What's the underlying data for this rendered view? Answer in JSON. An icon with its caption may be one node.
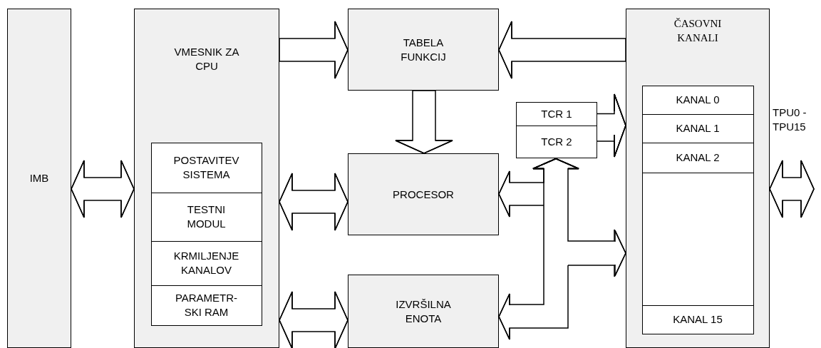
{
  "diagram": {
    "nodes": [
      {
        "text": [
          "IMB"
        ]
      },
      {
        "text": [
          "VMESNIK ZA CPU"
        ]
      },
      {
        "text": [
          "POSTAVITEV SISTEMA"
        ],
        "in": 1
      },
      {
        "text": [
          "TESTNI MODUL"
        ],
        "in": 1
      },
      {
        "text": [
          "KRMILJENJE KANALOV"
        ],
        "in": 1
      },
      {
        "text": [
          "PARAMETR- SKI RAM"
        ],
        "in": 1
      },
      {
        "text": [
          "TABELA FUNKCIJ"
        ]
      },
      {
        "text": [
          "PROCESOR"
        ]
      },
      {
        "text": [
          "IZVRŠILNA ENOTA"
        ]
      },
      {
        "text": [
          "TCR 1"
        ]
      },
      {
        "text": [
          "TCR 2"
        ]
      },
      {
        "text": [
          "ČASOVNI KANALI"
        ]
      },
      {
        "text": [
          "KANAL 0"
        ],
        "in": 11
      },
      {
        "text": [
          "KANAL 1"
        ],
        "in": 11
      },
      {
        "text": [
          "KANAL 2"
        ],
        "in": 11
      },
      {
        "text": [],
        "shape": "box",
        "in": 11
      },
      {
        "text": [
          "KANAL 15"
        ],
        "in": 11
      }
    ],
    "edges": [
      {
        "from": 0,
        "to": 1,
        "arrow": "both"
      },
      {
        "from": 1,
        "to": 6,
        "arrow": "to"
      },
      {
        "from": 11,
        "to": 6,
        "arrow": "to"
      },
      {
        "from": 6,
        "to": 7,
        "arrow": "to"
      },
      {
        "from": 1,
        "to": 7,
        "arrow": "both"
      },
      {
        "from": 1,
        "to": 8,
        "arrow": "both"
      },
      {
        "from": 9,
        "to": 11,
        "arrow": "to"
      },
      {
        "from": 10,
        "to": 11,
        "arrow": "to"
      },
      {
        "from": 10,
        "to": 7,
        "arrow": "both"
      },
      {
        "from": 10,
        "to": 8,
        "arrow": "both"
      },
      {
        "from": 10,
        "to": 11,
        "arrow": "both"
      },
      {
        "from": 11,
        "to": null,
        "arrow": "both"
      }
    ],
    "labels": [
      "TPU0 - TPU15"
    ]
  }
}
